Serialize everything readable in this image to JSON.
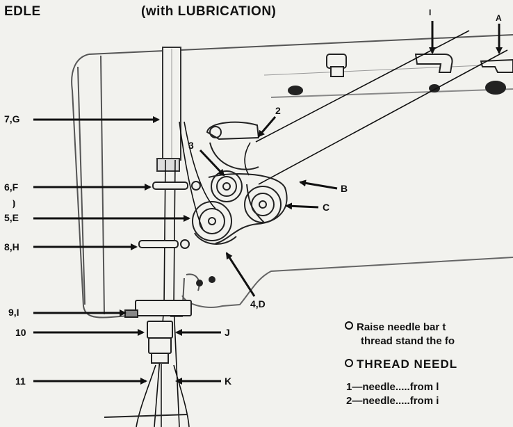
{
  "header": {
    "left": "EDLE",
    "right": "(with LUBRICATION)"
  },
  "labels": {
    "top_I": "I",
    "top_A": "A",
    "num_2": "2",
    "num_3": "3",
    "left_7G": "7,G",
    "left_6F": "6,F",
    "left_tilde": "⦘",
    "left_5E": "5,E",
    "left_8H": "8,H",
    "left_9I": "9,I",
    "left_10": "10",
    "left_11": "11",
    "right_B": "B",
    "right_C": "C",
    "right_J": "J",
    "right_K": "K",
    "bottom_4D": "4,D"
  },
  "notes": {
    "line1": "Raise needle bar t",
    "line2": "thread stand the fo",
    "heading": "THREAD NEEDL",
    "step1": "1—needle.....from l",
    "step2": "2—needle.....from i"
  },
  "colors": {
    "paper": "#f2f2ee",
    "ink": "#111111",
    "line_gray": "#777777"
  }
}
